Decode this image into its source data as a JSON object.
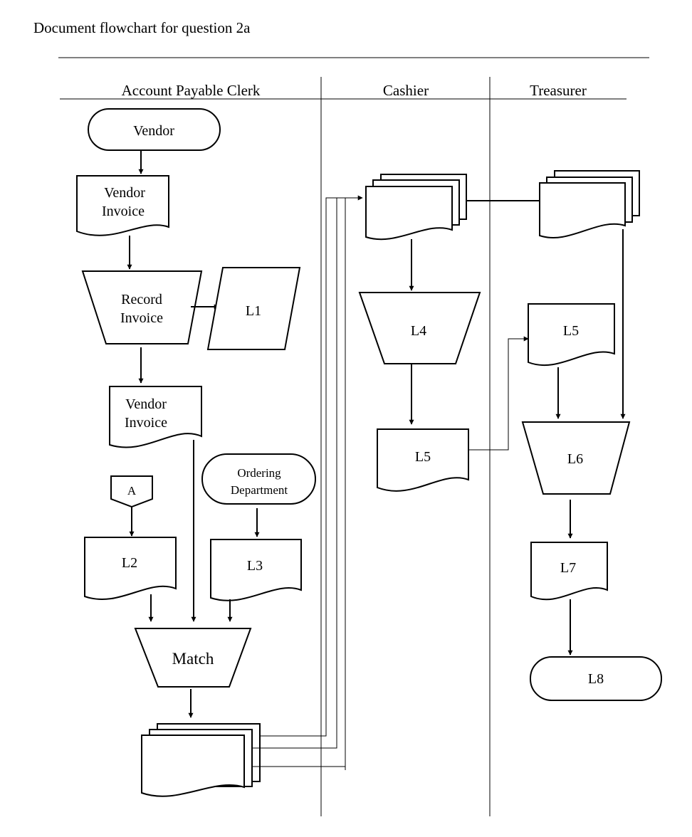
{
  "title": "Document flowchart for question 2a",
  "lanes": {
    "clerk": "Account Payable Clerk",
    "cashier": "Cashier",
    "treasurer": "Treasurer"
  },
  "nodes": {
    "vendor_terminal": "Vendor",
    "vendor_invoice_1": [
      "Vendor",
      "Invoice"
    ],
    "record_invoice": [
      "Record",
      "Invoice"
    ],
    "l1": "L1",
    "vendor_invoice_2": [
      "Vendor",
      "Invoice"
    ],
    "connector_a": "A",
    "ordering_department": [
      "Ordering",
      "Department"
    ],
    "l2": "L2",
    "l3": "L3",
    "match": "Match",
    "l4": "L4",
    "l5_cashier": "L5",
    "l5_treasurer": "L5",
    "l6": "L6",
    "l7": "L7",
    "l8": "L8"
  }
}
